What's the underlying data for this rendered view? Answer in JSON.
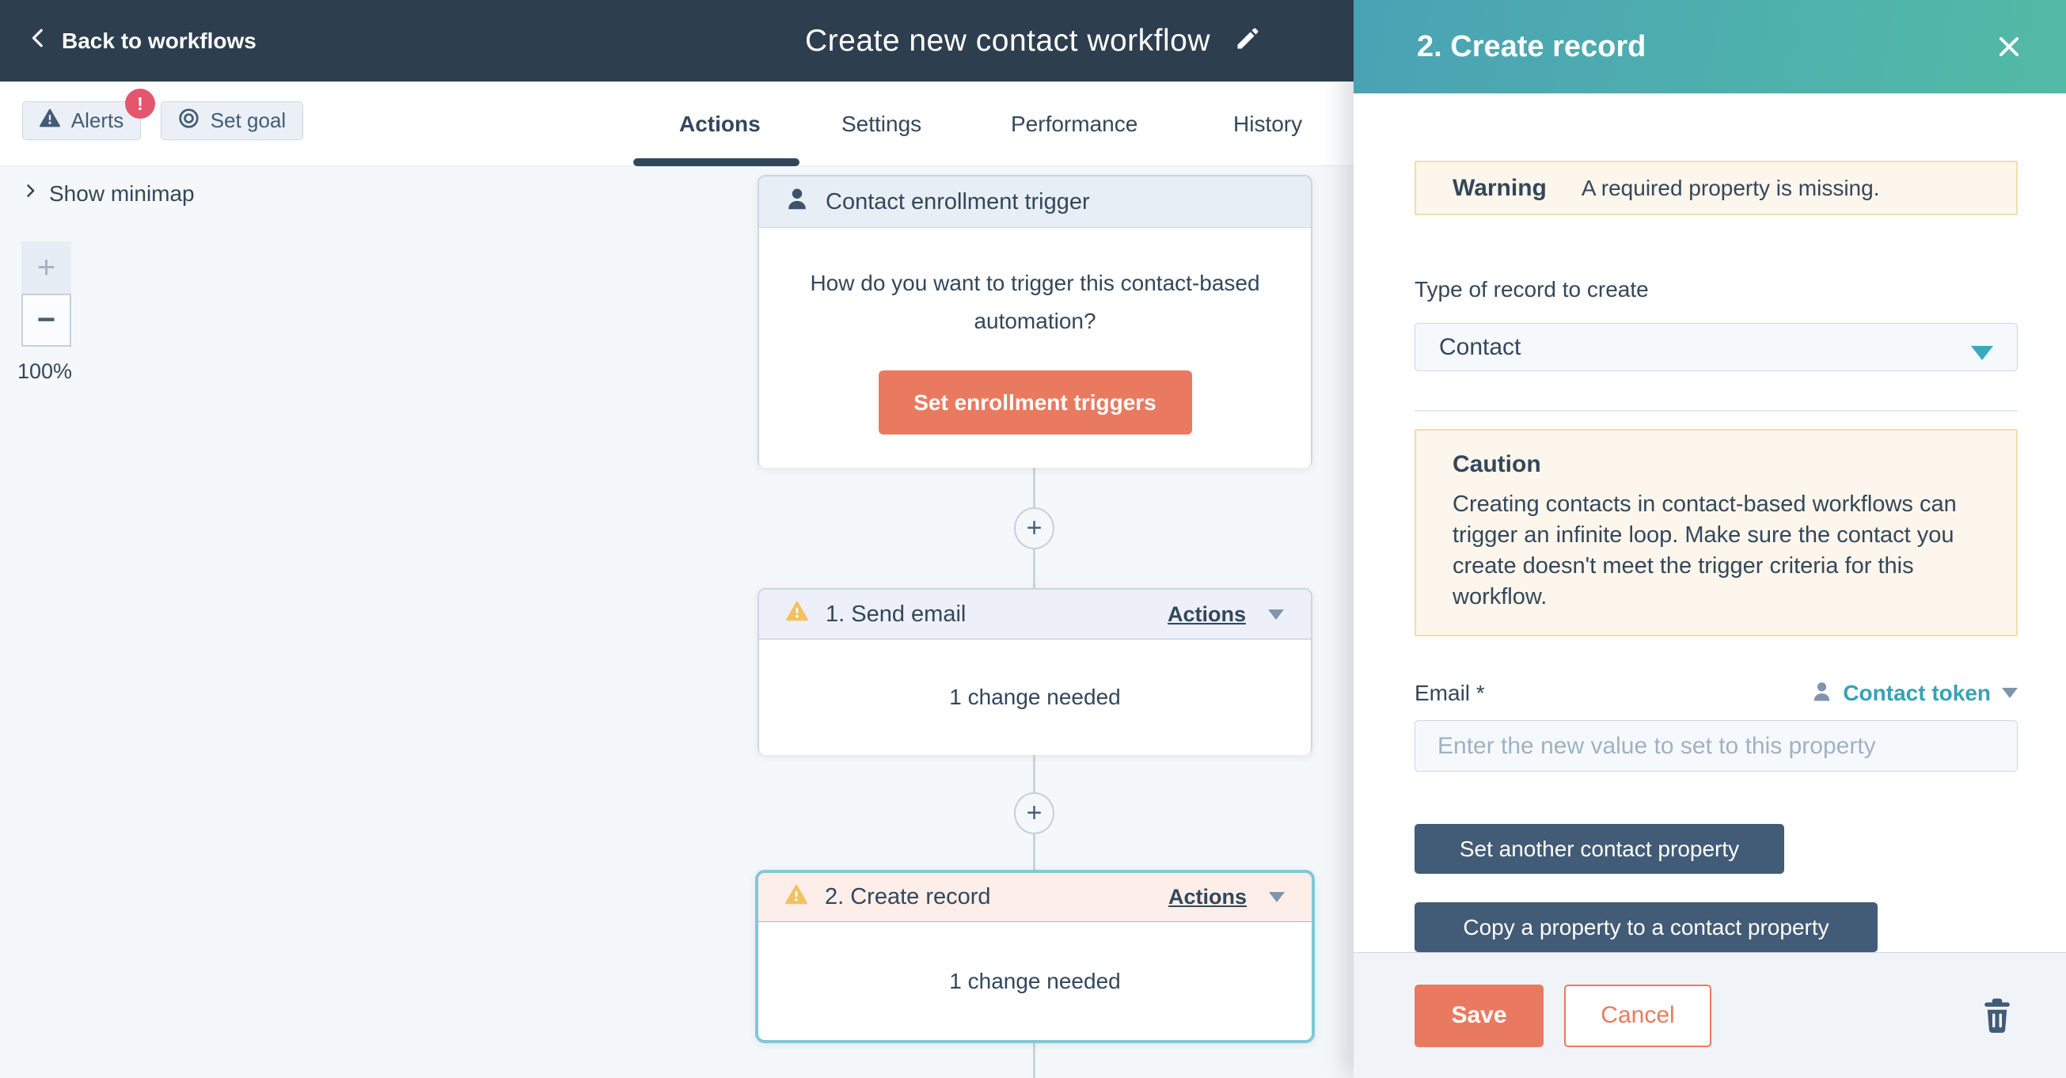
{
  "topbar": {
    "back_label": "Back to workflows",
    "title": "Create new contact workflow"
  },
  "tabbar": {
    "alerts_label": "Alerts",
    "alerts_badge": "!",
    "set_goal_label": "Set goal",
    "tabs": [
      "Actions",
      "Settings",
      "Performance",
      "History"
    ],
    "active_tab": "Actions"
  },
  "canvas": {
    "show_minimap_label": "Show minimap",
    "zoom_in_label": "+",
    "zoom_out_label": "−",
    "zoom_level": "100%",
    "plus_label": "+",
    "trigger_card": {
      "title": "Contact enrollment trigger",
      "question": "How do you want to trigger this contact-based automation?",
      "button_label": "Set enrollment triggers"
    },
    "action_cards": [
      {
        "title": "1. Send email",
        "menu_label": "Actions",
        "status": "1 change needed"
      },
      {
        "title": "2. Create record",
        "menu_label": "Actions",
        "status": "1 change needed"
      }
    ]
  },
  "panel": {
    "title": "2. Create record",
    "warning": {
      "title": "Warning",
      "message": "A required property is missing."
    },
    "record_type": {
      "label": "Type of record to create",
      "value": "Contact"
    },
    "caution": {
      "title": "Caution",
      "message": "Creating contacts in contact-based workflows can trigger an infinite loop. Make sure the contact you create doesn't meet the trigger criteria for this workflow."
    },
    "email_field": {
      "label": "Email *",
      "token_label": "Contact token",
      "placeholder": "Enter the new value to set to this property"
    },
    "buttons": {
      "set_another": "Set another contact property",
      "copy_property": "Copy a property to a contact property"
    },
    "footer": {
      "save": "Save",
      "cancel": "Cancel"
    }
  },
  "icon_glyphs": {
    "back-icon": "‹",
    "pencil-icon": "✎",
    "alert-triangle-icon": "⚠",
    "bullseye-icon": "◎",
    "chevron-right-icon": "›",
    "person-icon": "👤",
    "warning-triangle-icon": "⚠",
    "caret-down-icon": "▾",
    "close-icon": "✕",
    "trash-icon": "🗑",
    "plus-icon": "+",
    "minus-icon": "−"
  },
  "colors": {
    "topbar_dark": "#2d3e4f",
    "accent_orange": "#ea7a5f",
    "badge_red": "#e4566e",
    "warning_gold": "#f2c161",
    "dark_slate_text": "#33475b",
    "slate_button": "#425b76",
    "selected_card_teal": "#7fc9d6",
    "panel_gradient_start": "#4aa2b5",
    "panel_gradient_end": "#52bba6",
    "token_teal": "#36a2b5",
    "note_bg_cream": "#fdf6ec",
    "canvas_bg": "#f5f8fa"
  }
}
